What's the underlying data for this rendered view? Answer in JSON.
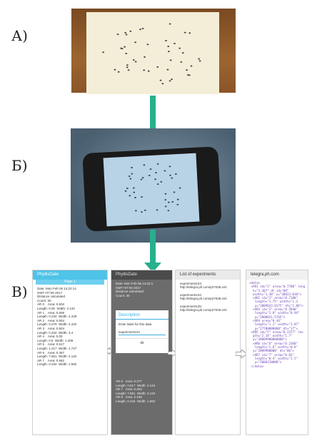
{
  "labels": {
    "a": "А)",
    "b": "Б)",
    "c": "В)"
  },
  "colors": {
    "arrow": "#27b08e",
    "accent": "#4fc3e8"
  },
  "screen1": {
    "title": "PhyllisDate",
    "tab": "Page 1",
    "text": "Date: Mon Feb 06 14:22:14\nGMT+07:00 2017\nDistance calculated\nCount: 30\nAR 0    Area: 0.602\nLength: 0.00  Width: 2.134\nAR 1    Area: 0.609\nLength: 0.234  Width: 2.449\nAR 2    Area: 0.604\nLength: 0.279  Width: 2.432\nAR 3    Area: 0.604\nLength: 0.402  Width: 3.4\nAR 4    Area: 0.00\nLength: 0.6  Width: 1.209\nAR 5    Area: 0.617\nLength: 1.217  Width: 1.747\nAR 6    Area: 0.457\nLength: 7.661  Width: 2.118\nAR 7    Area: 0.562\nLength: 0.234  Width: 1.592"
  },
  "screen2": {
    "title": "PhyllisDate",
    "text_top": "Date: Mon Feb 06 14:22:1\nGMT+07:00 2017\nDistance calculated\nCount: 30",
    "text_bottom": "AR 6   Area: 0.277\nLength: 0.617  Width: 2.144\nAR 7   Area: 0.404\nLength: 7.661  Width: 2.118\nAR 8   Area: 2.169\nLength: 0.234  Width: 1.592",
    "dialog": {
      "title": "Description",
      "message": "Enter label for this data",
      "input": "experiment123",
      "ok": "ok"
    }
  },
  "screen3": {
    "title": "List of experiments",
    "links": [
      "experiment123: http://telegra.ph.com/p27038.xml",
      "experiment124: http://telegra.ph.com/p27038.xml",
      "experiment125: http://telegra.ph.com/p27049.xml"
    ]
  },
  "screen4": {
    "title": "telegra.ph.com",
    "xml": "<data>\n <AR1 id=\"1\" area=\"0.7780\" leng\n  h=\"2.307\" dt_id=\"09\"\n  width=\"1.30\" y=\"20823.010\">\n  <AR2 id=\"2\" area=\"0.7180\"\n   length=\"1.75\" width=\"1.3\n   y=\"2009623.0175\" dt=\"1.00\">\n  <AR3 id=\"3\" area=\"0.5840\"\n   length=\"1.0\" width=\"0.94\"\n   y=\"2000021.5765\">\n  <AR4 area=\"0.44\"\n   length=\"1.2\" width=\"1.07\"\n   y=\"27700000000\" dt=\"17\">\n <AR5 id=\"5\" area=\"0.2377\" len\n  gth=\"2.14\" width=\"1.7\"\n  y=\"20009900000000\">\n  <AR6 id=\"6\" area=\"0.2360\"\n   length=\"1.6\" width=\"0.8\"\n  y=\"2009900000\" dt=\"06\">\n  <AR7 id=\"7\" area=\"0.03\"\n   length=\"0.4\" width=\"1.5\"\n   y=\"2000120000\">\n </data>"
  }
}
